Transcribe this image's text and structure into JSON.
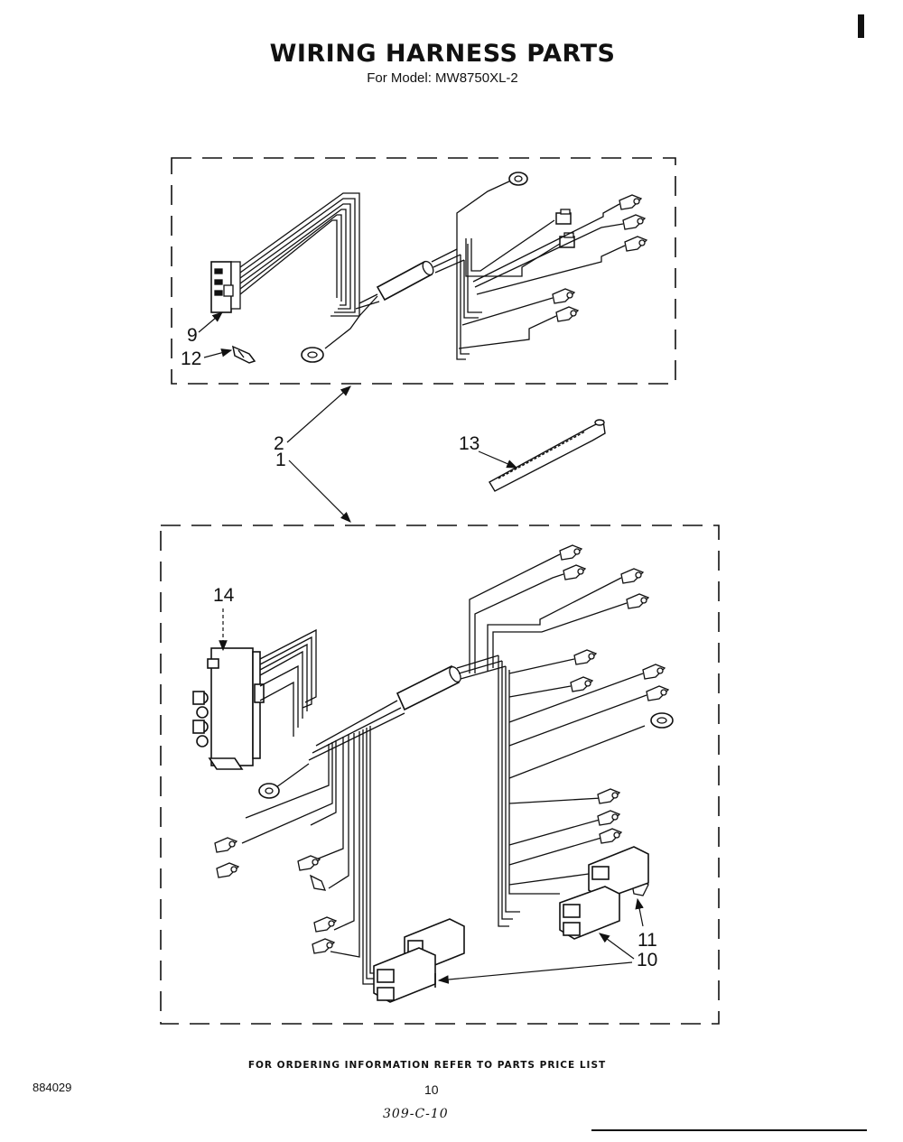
{
  "header": {
    "title": "WIRING HARNESS PARTS",
    "subtitle": "For Model: MW8750XL-2"
  },
  "callouts": {
    "c9": "9",
    "c12": "12",
    "c2": "2",
    "c1": "1",
    "c13": "13",
    "c14": "14",
    "c11": "11",
    "c10": "10"
  },
  "footer": {
    "note": "FOR ORDERING INFORMATION REFER TO PARTS PRICE LIST",
    "doc_number": "884029",
    "page_number": "10",
    "handwritten": "309-C-10"
  }
}
